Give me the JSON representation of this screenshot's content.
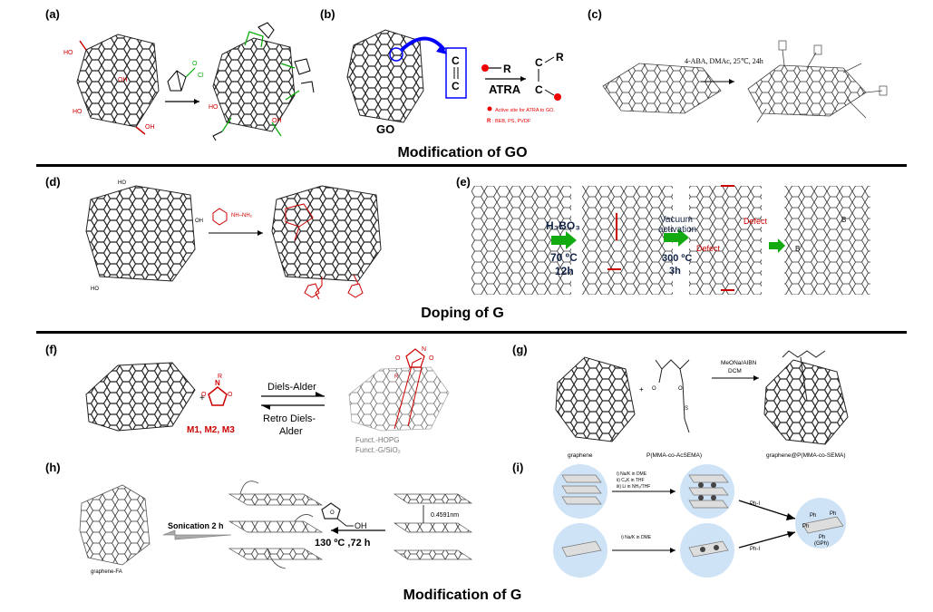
{
  "panels": {
    "a": {
      "label": "(a)"
    },
    "b": {
      "label": "(b)",
      "go": "GO",
      "atra": "ATRA",
      "r": "R",
      "note1": "Active site for ATRA to GO.",
      "note2_key": "R",
      "note2": ": BEB, PS, PVDF"
    },
    "c": {
      "label": "(c)",
      "condition": "4-ABA, DMAc, 25℃, 24h"
    },
    "d": {
      "label": "(d)"
    },
    "e": {
      "label": "(e)",
      "reagent": "H₃BO₃",
      "temp1": "70 ºC",
      "time1": "12h",
      "vac1": "Vacuum",
      "vac2": "activation",
      "temp2": "300 ºC",
      "time2": "3h",
      "defect": "Defect",
      "b": "B"
    },
    "f": {
      "label": "(f)",
      "forward": "Diels-Alder",
      "reverse1": "Retro Diels-",
      "reverse2": "Alder",
      "monomers": "M1, M2, M3",
      "n": "N",
      "o": "O",
      "r": "R",
      "legend1": "Funct.-HOPG",
      "legend2": "Funct.-G/SiO₂"
    },
    "g": {
      "label": "(g)",
      "plus": "+",
      "cond1": "MeONa/AIBN",
      "cond2": "DCM",
      "cap1": "graphene",
      "cap2": "P(MMA-co-AcSEMA)",
      "cap3": "graphene@P(MMA-co-SEMA)"
    },
    "h": {
      "label": "(h)",
      "sonication": "Sonication  2 h",
      "temp": "130 ºC ,72 h",
      "oh": "OH",
      "spacing": "0.4591nm",
      "cap": "graphene-FA"
    },
    "i": {
      "label": "(i)",
      "top1": "i) Na/K in DME",
      "top2": "ii) C₈K in THF",
      "top3": "iii) Li in NH₃/THF",
      "bottom1": "i) Na/K in DME",
      "reagent": "Ph-I",
      "ph": "Ph",
      "product": "(GPh)"
    }
  },
  "sections": {
    "go_mod": "Modification of GO",
    "doping": "Doping of G",
    "g_mod": "Modification of G"
  }
}
